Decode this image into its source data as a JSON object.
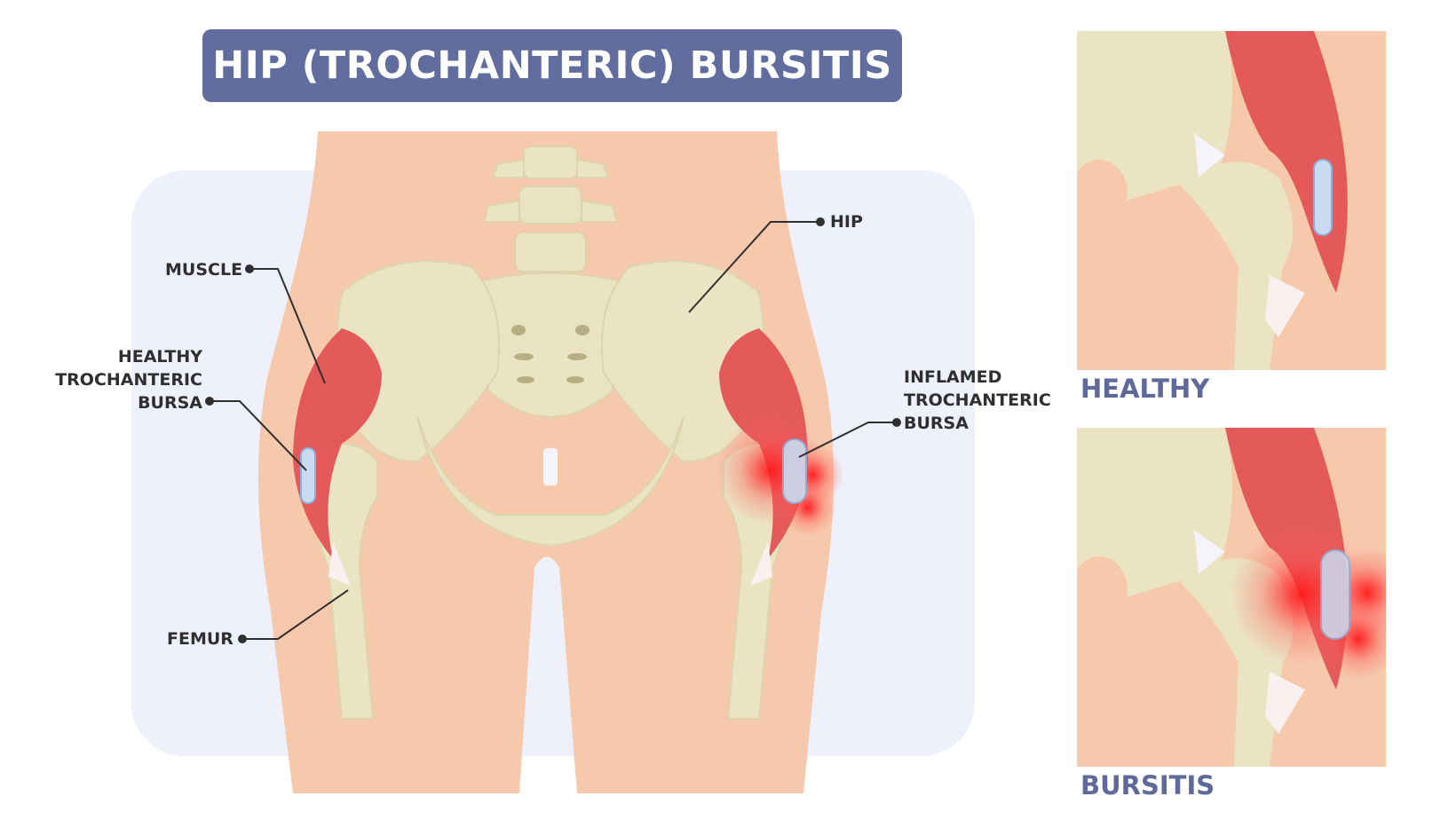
{
  "title": "HIP (TROCHANTERIC) BURSITIS",
  "labels": {
    "muscle": "MUSCLE",
    "healthy_bursa": [
      "HEALTHY",
      "TROCHANTERIC",
      "BURSA"
    ],
    "femur": "FEMUR",
    "hip": "HIP",
    "inflamed_bursa": [
      "INFLAMED",
      "TROCHANTERIC",
      "BURSA"
    ]
  },
  "panels": {
    "healthy_caption": "HEALTHY",
    "bursitis_caption": "BURSITIS"
  },
  "colors": {
    "banner": "#616d9e",
    "skin": "#f6c9ad",
    "bone": "#ebe4c2",
    "muscle": "#e45a5a",
    "bursa": "#c9dbf1",
    "background_panel": "#eef1fb",
    "inflammation": "#ff2020",
    "caption": "#5f6a9a"
  }
}
